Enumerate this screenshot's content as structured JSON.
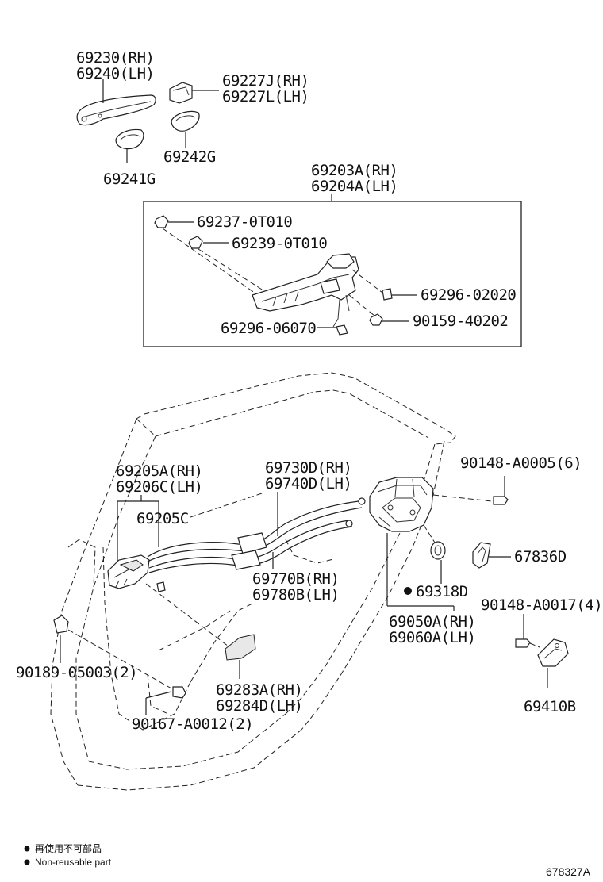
{
  "labels": {
    "p69230": "69230(RH)",
    "p69240": "69240(LH)",
    "p69227J": "69227J(RH)",
    "p69227L": "69227L(LH)",
    "p69242G": "69242G",
    "p69241G": "69241G",
    "p69203A": "69203A(RH)",
    "p69204A": "69204A(LH)",
    "p69237": "69237-0T010",
    "p69239": "69239-0T010",
    "p69296_02020": "69296-02020",
    "p90159": "90159-40202",
    "p69296_06070": "69296-06070",
    "p69205A": "69205A(RH)",
    "p69206C": "69206C(LH)",
    "p69205C": "69205C",
    "p69730D": "69730D(RH)",
    "p69740D": "69740D(LH)",
    "p90148_A0005": "90148-A0005(6)",
    "p67836D": "67836D",
    "p69770B": "69770B(RH)",
    "p69780B": "69780B(LH)",
    "p69318D": "69318D",
    "p90148_A0017": "90148-A0017(4)",
    "p69050A": "69050A(RH)",
    "p69060A": "69060A(LH)",
    "p90189": "90189-05003(2)",
    "p69283A": "69283A(RH)",
    "p69284D": "69284D(LH)",
    "p90167": "90167-A0012(2)",
    "p69410B": "69410B"
  },
  "legend": {
    "jp": "再使用不可部品",
    "en": "Non-reusable part"
  },
  "diagram_ref": "678327A"
}
